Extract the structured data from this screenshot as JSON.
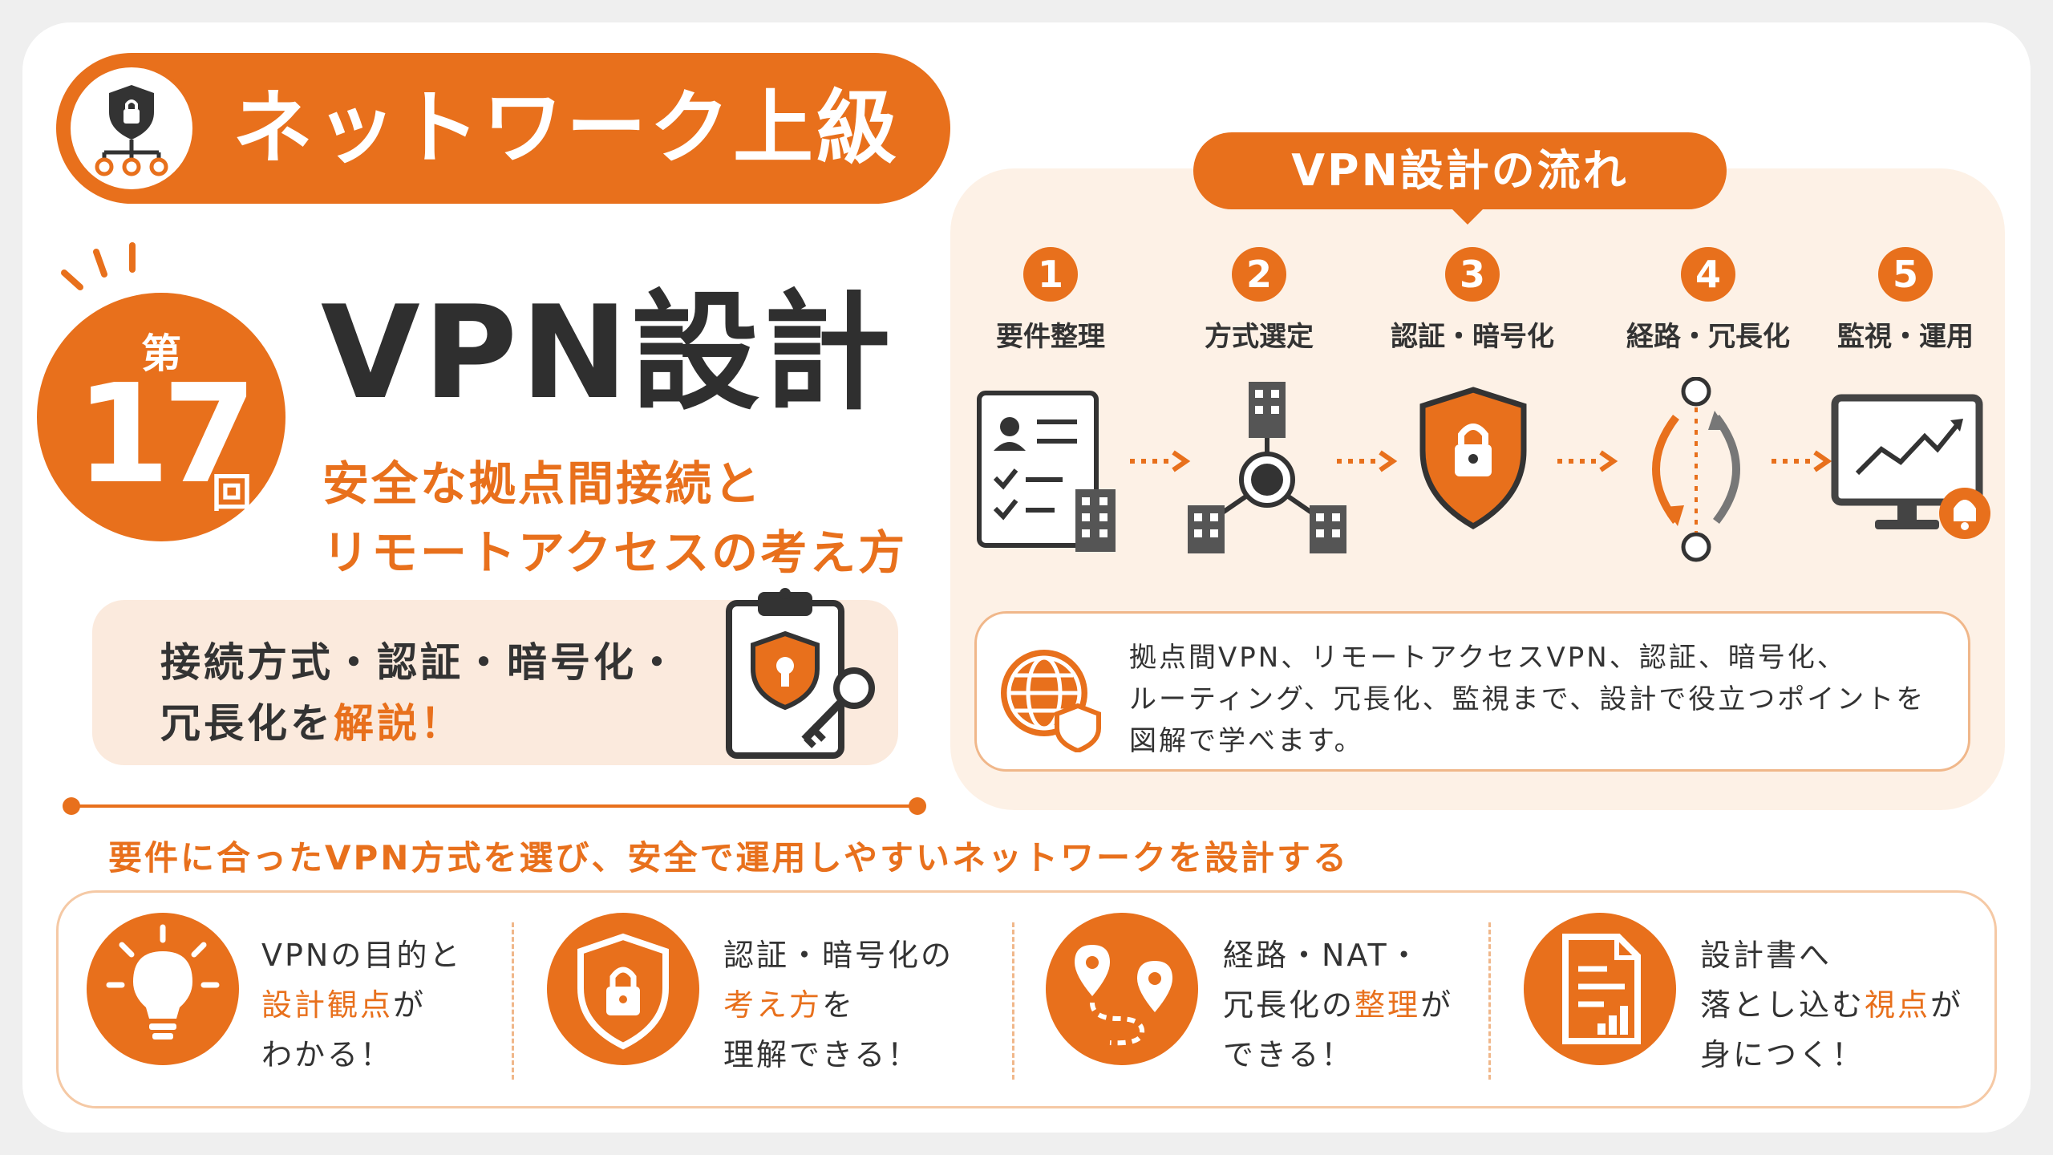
{
  "header": {
    "title": "ネットワーク上級編"
  },
  "episode": {
    "prefix": "第",
    "number": "17",
    "suffix": "回"
  },
  "main": {
    "title": "VPN設計",
    "subtitle_line1": "安全な拠点間接続と",
    "subtitle_line2": "リモートアクセスの考え方"
  },
  "explain": {
    "line1": "接続方式・認証・暗号化・",
    "line2_prefix": "冗長化を",
    "line2_highlight": "解説！"
  },
  "tagline": "要件に合ったVPN方式を選び、安全で運用しやすいネットワークを設計する",
  "flow": {
    "title": "VPN設計の流れ",
    "steps": [
      {
        "num": "1",
        "label": "要件整理",
        "icon": "requirements-checklist-icon"
      },
      {
        "num": "2",
        "label": "方式選定",
        "icon": "network-topology-icon"
      },
      {
        "num": "3",
        "label": "認証・暗号化",
        "icon": "shield-lock-icon"
      },
      {
        "num": "4",
        "label": "経路・冗長化",
        "icon": "redundant-route-icon"
      },
      {
        "num": "5",
        "label": "監視・運用",
        "icon": "monitor-alert-icon"
      }
    ],
    "description": [
      "拠点間VPN、リモートアクセスVPN、認証、暗号化、",
      "ルーティング、冗長化、監視まで、設計で役立つポイントを",
      "図解で学べます。"
    ]
  },
  "benefits": [
    {
      "icon": "lightbulb-icon",
      "l1": "VPNの目的と",
      "l2_hl": "設計観点",
      "l2": "が",
      "l3": "わかる！"
    },
    {
      "icon": "shield-lock-icon",
      "l1": "認証・暗号化の",
      "l2_hl": "考え方",
      "l2": "を",
      "l3": "理解できる！"
    },
    {
      "icon": "route-map-icon",
      "l1": "経路・NAT・",
      "l2_pre": "冗長化の",
      "l2_hl": "整理",
      "l2": "が",
      "l3": "できる！"
    },
    {
      "icon": "document-chart-icon",
      "l1": "設計書へ",
      "l2_pre": "落とし込む",
      "l2_hl": "視点",
      "l2": "が",
      "l3": "身につく！"
    }
  ],
  "colors": {
    "accent": "#e8701c",
    "panel": "#fdf1e6",
    "text": "#333333"
  }
}
